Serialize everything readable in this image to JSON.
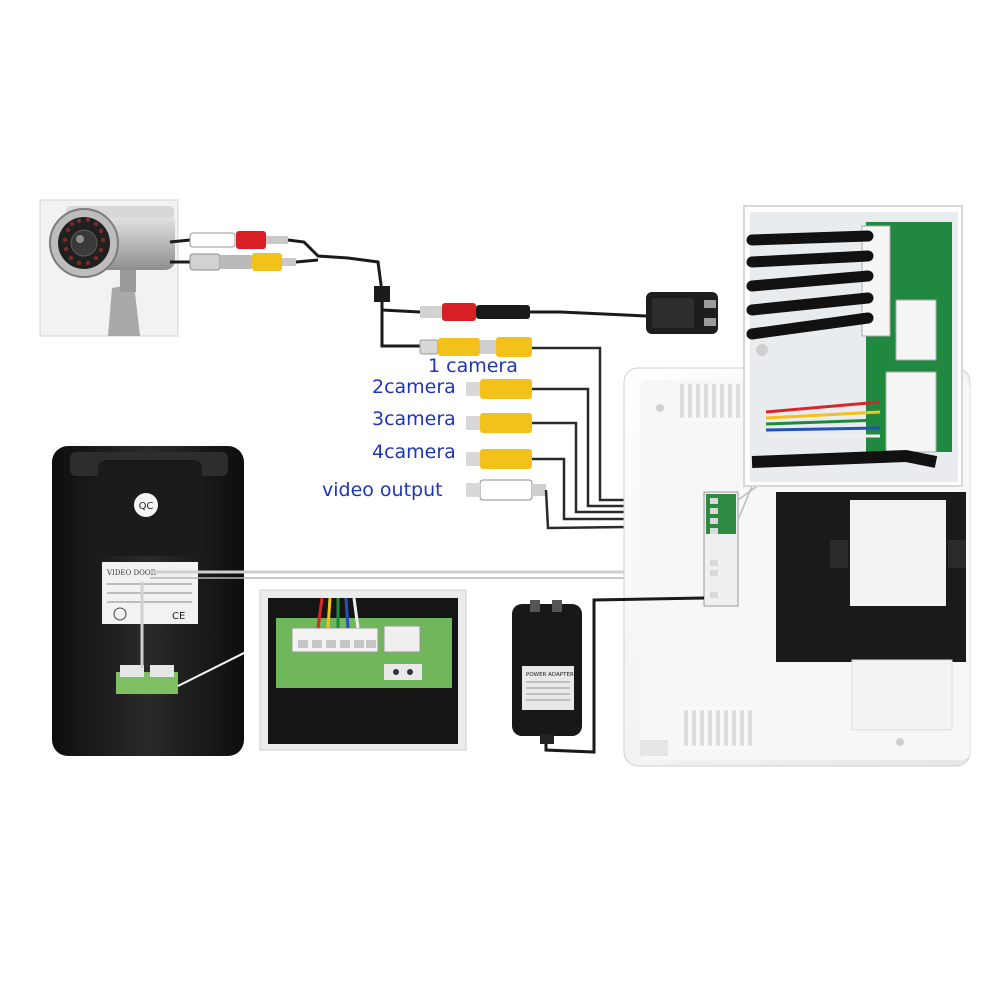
{
  "labels": {
    "camera1": "1 camera",
    "camera2": "2camera",
    "camera3": "3camera",
    "camera4": "4camera",
    "video_output": "video output"
  },
  "device_text": {
    "qc_sticker": "QC",
    "label_title": "VIDEO DOOR",
    "ce_mark": "CE",
    "adapter_title": "POWER ADAPTER"
  },
  "colors": {
    "label_text": "#1f36b4",
    "rca_yellow": "#f2c21a",
    "rca_red": "#d81f26",
    "rca_white": "#ffffff",
    "cable": "#1a1a1a",
    "pcb_green": "#1f8a3e",
    "monitor_white": "#f4f4f4"
  }
}
